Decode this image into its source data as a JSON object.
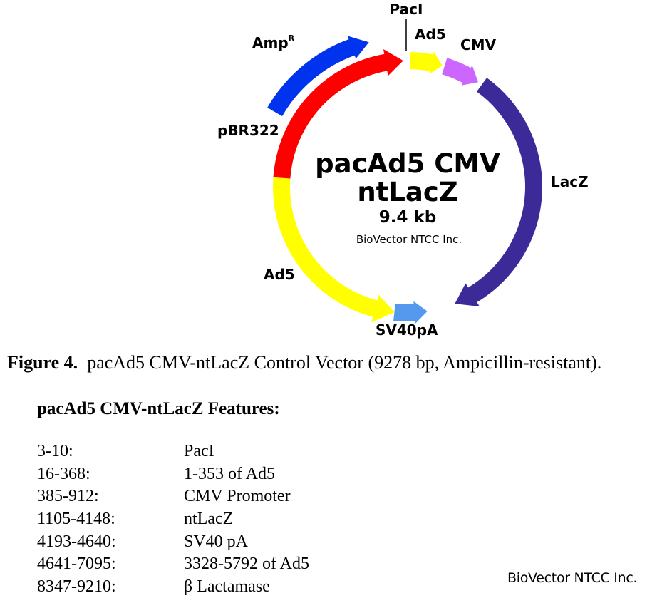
{
  "map": {
    "name_line1": "pacAd5 CMV",
    "name_line2": "ntLacZ",
    "size": "9.4 kb",
    "credit": "BioVector NTCC Inc.",
    "labels": {
      "pacI": "PacI",
      "ad5_top": "Ad5",
      "cmv": "CMV",
      "lacz": "LacZ",
      "sv40pa": "SV40pA",
      "ad5_bottom": "Ad5",
      "pbr322": "pBR322",
      "amp_base": "Amp",
      "amp_sup": "R"
    },
    "colors": {
      "ad5": "#ffff00",
      "cmv": "#cc66ff",
      "lacz": "#3d2a99",
      "sv40pa": "#5599ee",
      "pbr322": "#ff0000",
      "ampR": "#0033ee"
    }
  },
  "caption": {
    "label": "Figure 4.",
    "text": "pacAd5 CMV-ntLacZ Control Vector (9278 bp, Ampicillin-resistant)."
  },
  "features": {
    "title": "pacAd5 CMV-ntLacZ Features:",
    "rows": [
      {
        "range": "3-10:",
        "desc": "PacI"
      },
      {
        "range": "16-368:",
        "desc": "1-353 of Ad5"
      },
      {
        "range": "385-912:",
        "desc": "CMV Promoter"
      },
      {
        "range": "1105-4148:",
        "desc": "ntLacZ"
      },
      {
        "range": "4193-4640:",
        "desc": "SV40 pA"
      },
      {
        "range": "4641-7095:",
        "desc": "3328-5792 of Ad5"
      },
      {
        "range": "8347-9210:",
        "desc": "β Lactamase"
      }
    ]
  },
  "watermark": "BioVector NTCC Inc."
}
